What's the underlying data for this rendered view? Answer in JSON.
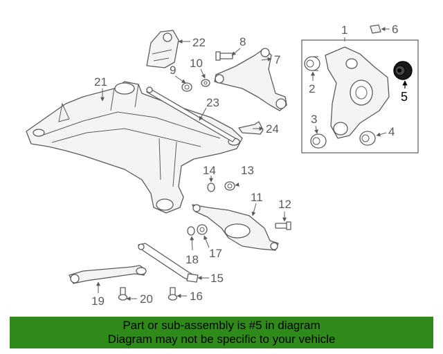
{
  "diagram": {
    "highlight_part": "5",
    "highlight_color": "#000000",
    "line_color": "#5a5a5a",
    "labels": [
      "1",
      "2",
      "3",
      "4",
      "5",
      "6",
      "7",
      "8",
      "9",
      "10",
      "11",
      "12",
      "13",
      "14",
      "15",
      "16",
      "17",
      "18",
      "19",
      "20",
      "21",
      "22",
      "23",
      "24"
    ]
  },
  "banner": {
    "line1": "Part or sub-assembly is #5 in diagram",
    "line2": "Diagram may not be specific to your vehicle",
    "color": "#2e8b1a"
  }
}
